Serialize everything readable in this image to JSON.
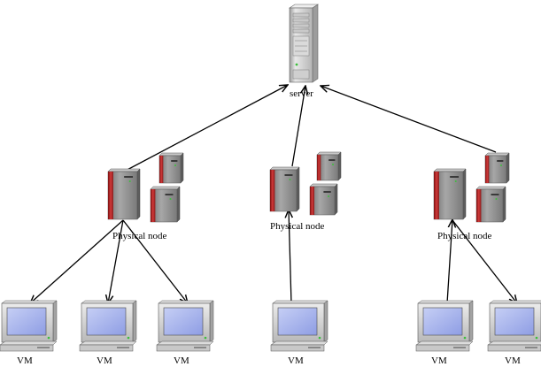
{
  "server": {
    "label": "server",
    "icon": "server-tower-icon"
  },
  "nodes": [
    {
      "label": "Physical node",
      "icon": "physical-machine-icon"
    },
    {
      "label": "Physical node",
      "icon": "physical-machine-icon"
    },
    {
      "label": "Physical node",
      "icon": "physical-machine-icon"
    }
  ],
  "vms": [
    {
      "label": "VM",
      "node": 0
    },
    {
      "label": "VM",
      "node": 0
    },
    {
      "label": "VM",
      "node": 0
    },
    {
      "label": "VM",
      "node": 1
    },
    {
      "label": "VM",
      "node": 2
    },
    {
      "label": "VM",
      "node": 2
    }
  ],
  "edges": [
    {
      "from": "node-0",
      "to": "server"
    },
    {
      "from": "node-1",
      "to": "server"
    },
    {
      "from": "node-2",
      "to": "server"
    },
    {
      "from": "node-0",
      "to": "vm-0"
    },
    {
      "from": "node-0",
      "to": "vm-1"
    },
    {
      "from": "node-0",
      "to": "vm-2"
    },
    {
      "from": "vm-3",
      "to": "node-1"
    },
    {
      "from": "vm-4",
      "to": "node-2"
    },
    {
      "from": "node-2",
      "to": "vm-5"
    }
  ],
  "colors": {
    "line": "#000000",
    "node_accent": "#b32020",
    "node_body": "#8a8a8a",
    "screen": "#a8b4ec",
    "monitor_body": "#d4d4d4",
    "server_body": "#d6d6d6"
  }
}
